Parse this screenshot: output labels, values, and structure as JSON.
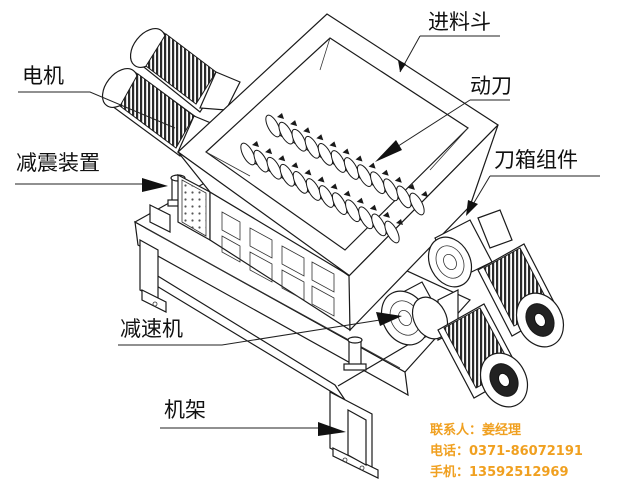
{
  "labels": {
    "hopper": "进料斗",
    "motor": "电机",
    "moving_blade": "动刀",
    "damper": "减震装置",
    "blade_box": "刀箱组件",
    "reducer": "减速机",
    "frame": "机架"
  },
  "contact": {
    "person": "联系人：姜经理",
    "phone": "电话：0371-86072191",
    "mobile": "手机：13592512969"
  },
  "colors": {
    "line": "#1a1a1a",
    "motor_rib": "#2a2a2a",
    "contact_text": "#f0a020"
  }
}
